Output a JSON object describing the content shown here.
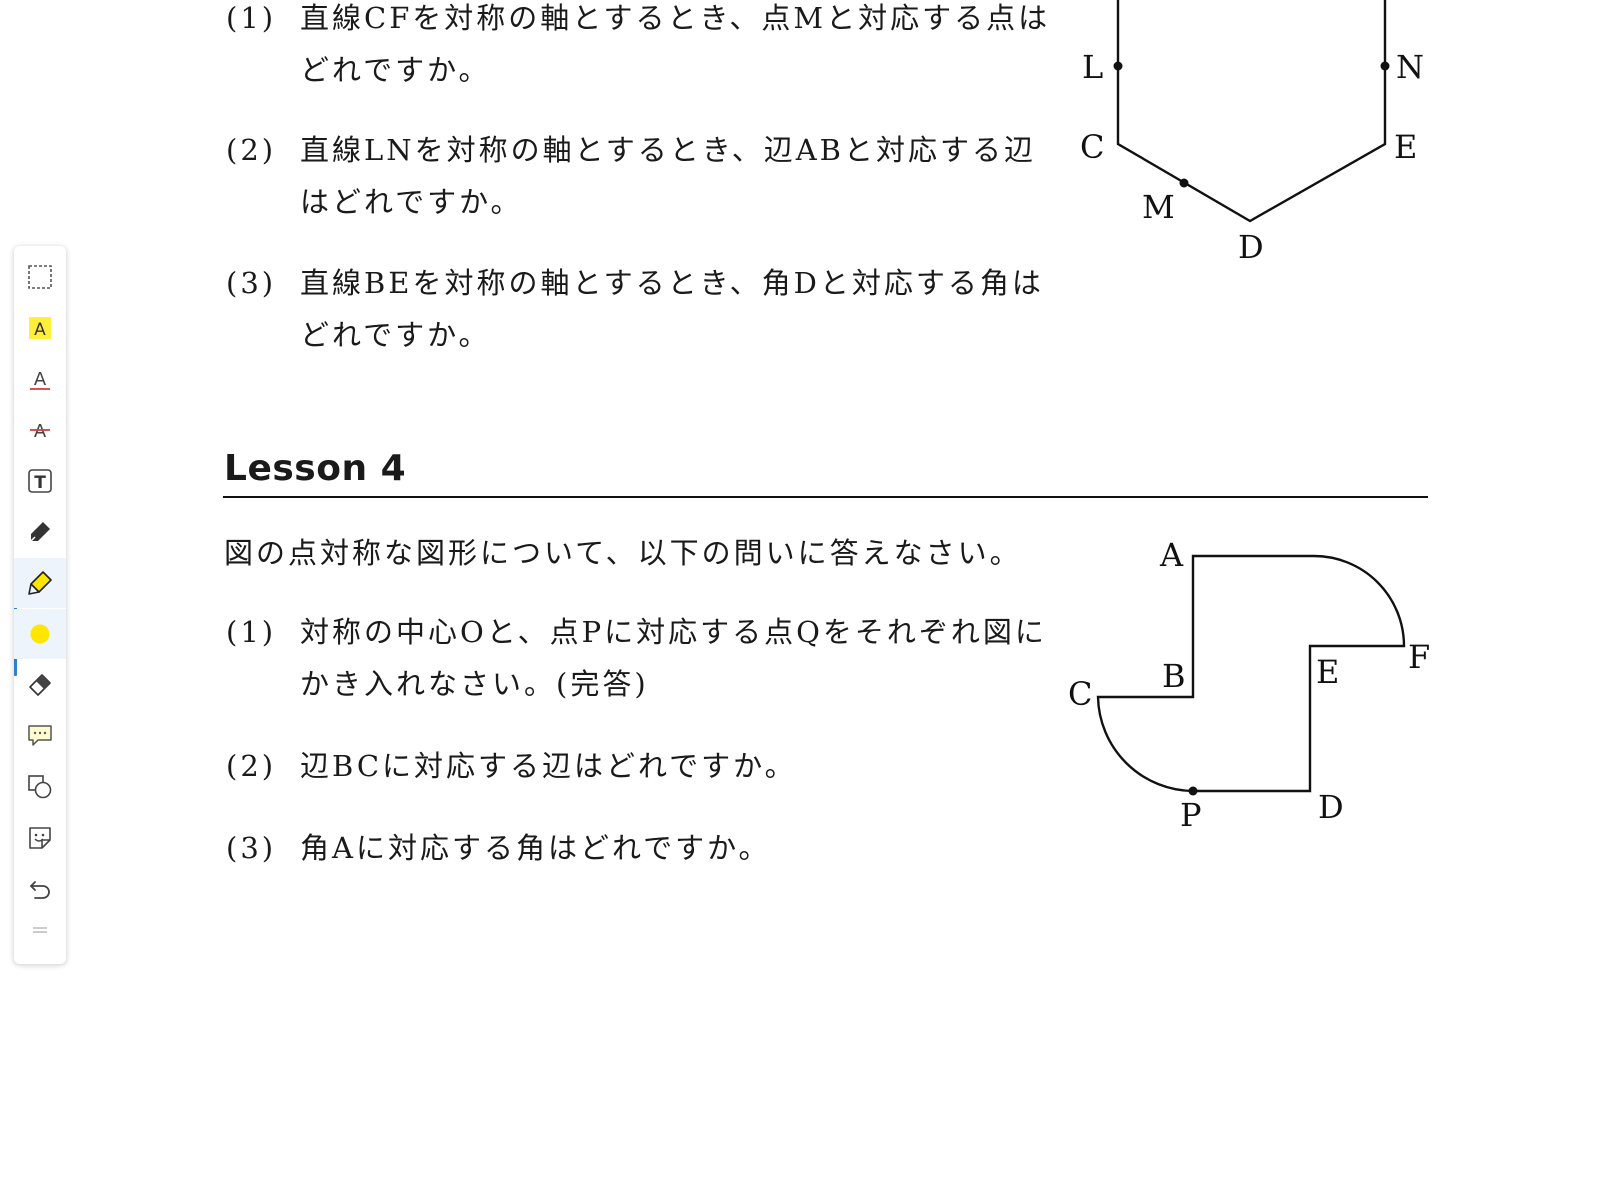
{
  "toolbar": {
    "tools": [
      {
        "name": "select",
        "icon": "dashed-rect-select-icon"
      },
      {
        "name": "highlight-text",
        "icon": "highlight-text-icon",
        "label": "A"
      },
      {
        "name": "underline-text",
        "icon": "underline-text-icon",
        "label": "A"
      },
      {
        "name": "strikethrough-text",
        "icon": "strikethrough-text-icon",
        "label": "A"
      },
      {
        "name": "text-box",
        "icon": "text-box-icon",
        "label": "T"
      },
      {
        "name": "pen",
        "icon": "pen-icon"
      },
      {
        "name": "highlighter",
        "icon": "highlighter-icon",
        "active": true
      },
      {
        "name": "color",
        "icon": "yellow-color-dot-icon",
        "color": "#ffe600"
      },
      {
        "name": "eraser",
        "icon": "eraser-icon"
      },
      {
        "name": "comment",
        "icon": "comment-icon"
      },
      {
        "name": "shapes",
        "icon": "shapes-icon"
      },
      {
        "name": "sticker",
        "icon": "sticker-icon"
      },
      {
        "name": "undo",
        "icon": "undo-icon"
      },
      {
        "name": "drag-handle",
        "icon": "drag-handle-icon"
      }
    ],
    "accent_color": "#2f7fd0",
    "highlight_color": "#ffe600"
  },
  "lesson3": {
    "questions": [
      {
        "num": "(1)",
        "line1": "直線CFを対称の軸とするとき、点Mと対応する点は",
        "line2": "どれですか。"
      },
      {
        "num": "(2)",
        "line1": "直線LNを対称の軸とするとき、辺ABと対応する辺",
        "line2": "はどれですか。"
      },
      {
        "num": "(3)",
        "line1": "直線BEを対称の軸とするとき、角Dと対応する角は",
        "line2": "どれですか。"
      }
    ],
    "figure_labels": {
      "L": "L",
      "N": "N",
      "C": "C",
      "E": "E",
      "M": "M",
      "D": "D"
    }
  },
  "lesson4": {
    "title": "Lesson 4",
    "intro": "図の点対称な図形について、以下の問いに答えなさい。",
    "questions": [
      {
        "num": "(1)",
        "line1": "対称の中心Oと、点Pに対応する点Qをそれぞれ図に",
        "line2": "かき入れなさい。(完答)"
      },
      {
        "num": "(2)",
        "line1": "辺BCに対応する辺はどれですか。",
        "line2": ""
      },
      {
        "num": "(3)",
        "line1": "角Aに対応する角はどれですか。",
        "line2": ""
      }
    ],
    "figure_labels": {
      "A": "A",
      "B": "B",
      "C": "C",
      "D": "D",
      "E": "E",
      "F": "F",
      "P": "P"
    }
  }
}
